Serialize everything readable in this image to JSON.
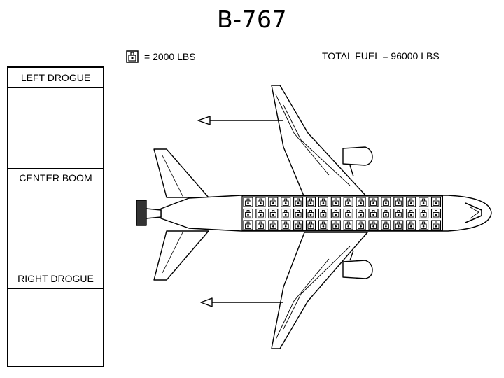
{
  "title": "B-767",
  "legend": {
    "icon": "fuel-unit-icon",
    "text": "= 2000 LBS"
  },
  "total_fuel": "TOTAL FUEL = 96000 LBS",
  "stations": [
    {
      "label": "LEFT DROGUE"
    },
    {
      "label": "CENTER BOOM"
    },
    {
      "label": "RIGHT DROGUE"
    }
  ],
  "fuel_grid": {
    "rows": 3,
    "cols": 16
  }
}
